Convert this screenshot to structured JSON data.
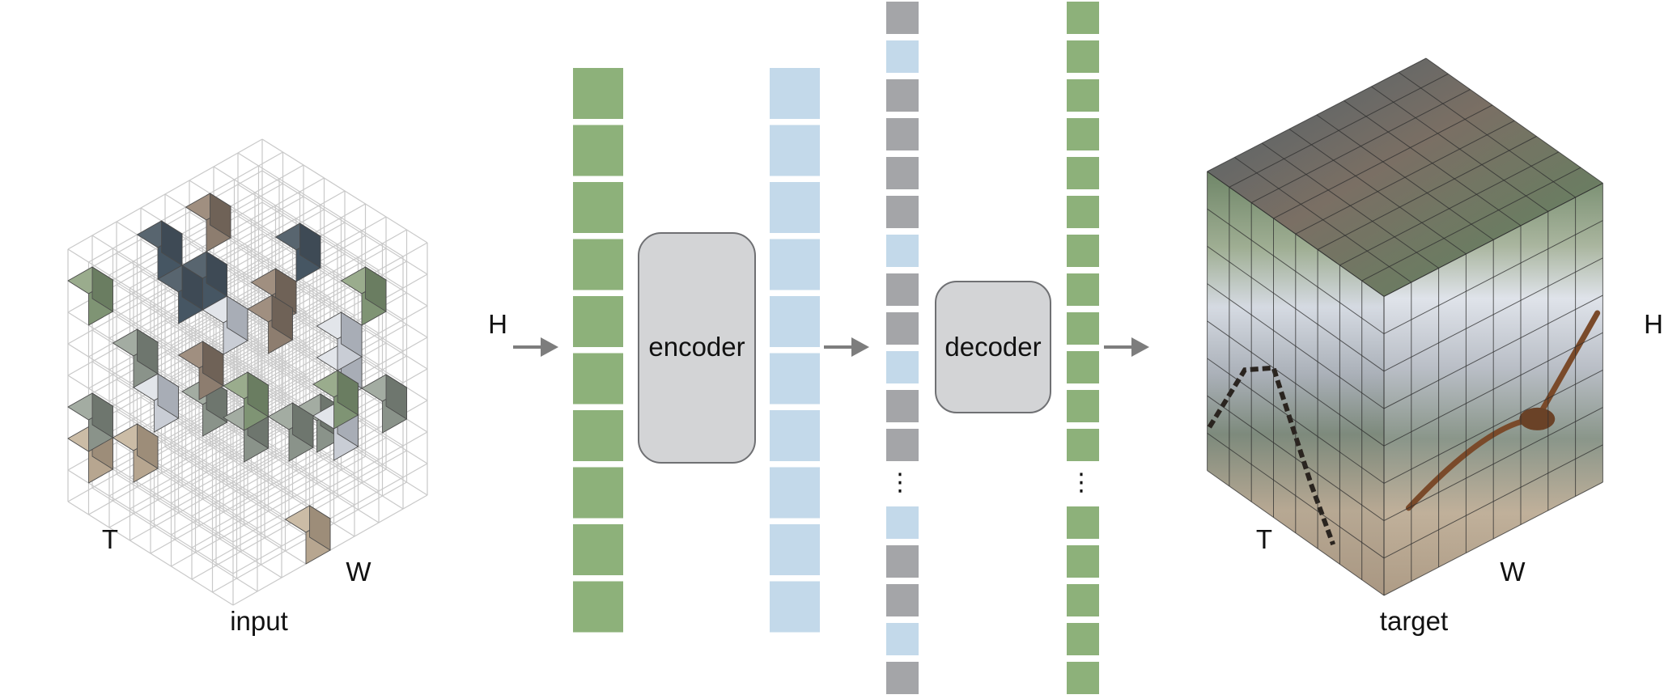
{
  "labels": {
    "input": "input",
    "target": "target",
    "encoder": "encoder",
    "decoder": "decoder",
    "axis_t": "T",
    "axis_w": "W",
    "axis_h": "H",
    "ellipsis": "⋮"
  },
  "colors": {
    "visible_token": "#8db17a",
    "encoded_token": "#c3d9ea",
    "mask_token": "#a4a5a8",
    "block_fill": "#d3d4d6",
    "block_stroke": "#6f7073",
    "arrow": "#7d7d7d",
    "grid_line": "#c9c9c9",
    "cube_top_a": "#5a6a72",
    "cube_top_b": "#7e7468",
    "cube_green": "#8f9f84",
    "cube_slate": "#c7cbd2",
    "cube_ground": "#b4a38d",
    "bird": "#7a4a2a"
  },
  "columns": {
    "visible_tokens": [
      "visible",
      "visible",
      "visible",
      "visible",
      "visible",
      "visible",
      "visible",
      "visible",
      "visible",
      "visible"
    ],
    "encoded_tokens": [
      "encoded",
      "encoded",
      "encoded",
      "encoded",
      "encoded",
      "encoded",
      "encoded",
      "encoded",
      "encoded",
      "encoded"
    ],
    "decoder_input_top": [
      "mask",
      "encoded",
      "mask",
      "mask",
      "mask",
      "mask",
      "encoded",
      "mask",
      "mask",
      "encoded",
      "mask",
      "mask"
    ],
    "decoder_input_bottom": [
      "encoded",
      "mask",
      "mask",
      "encoded",
      "mask"
    ],
    "decoder_output_top": [
      "visible",
      "visible",
      "visible",
      "visible",
      "visible",
      "visible",
      "visible",
      "visible",
      "visible",
      "visible",
      "visible",
      "visible"
    ],
    "decoder_output_bottom": [
      "visible",
      "visible",
      "visible",
      "visible",
      "visible"
    ]
  }
}
